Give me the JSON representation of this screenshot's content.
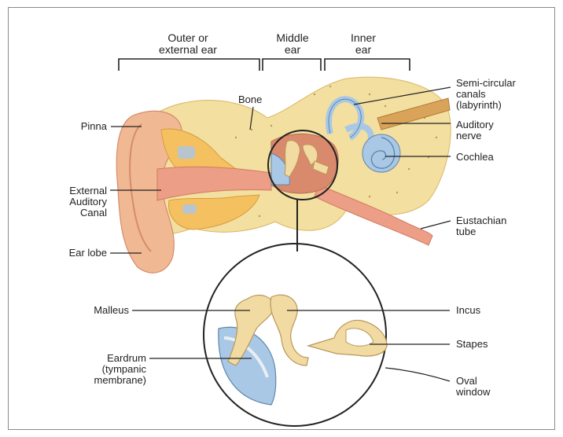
{
  "regions": {
    "outer": "Outer or\nexternal ear",
    "middle": "Middle\near",
    "inner": "Inner\near"
  },
  "labels": {
    "bone": "Bone",
    "pinna": "Pinna",
    "external_canal": "External\nAuditory\nCanal",
    "ear_lobe": "Ear lobe",
    "semicircular": "Semi-circular\ncanals\n(labyrinth)",
    "auditory_nerve": "Auditory\nnerve",
    "cochlea": "Cochlea",
    "eustachian": "Eustachian\ntube",
    "malleus": "Malleus",
    "incus": "Incus",
    "stapes": "Stapes",
    "eardrum": "Eardrum\n(tympanic\nmembrane)",
    "oval_window": "Oval\nwindow"
  },
  "colors": {
    "bone": "#f3dfa0",
    "bone_dark": "#e8c877",
    "skin": "#f1b894",
    "canal": "#ec9f86",
    "cochlea": "#a9c8e6",
    "ossicle": "#f2dba2",
    "outline": "#222222"
  }
}
